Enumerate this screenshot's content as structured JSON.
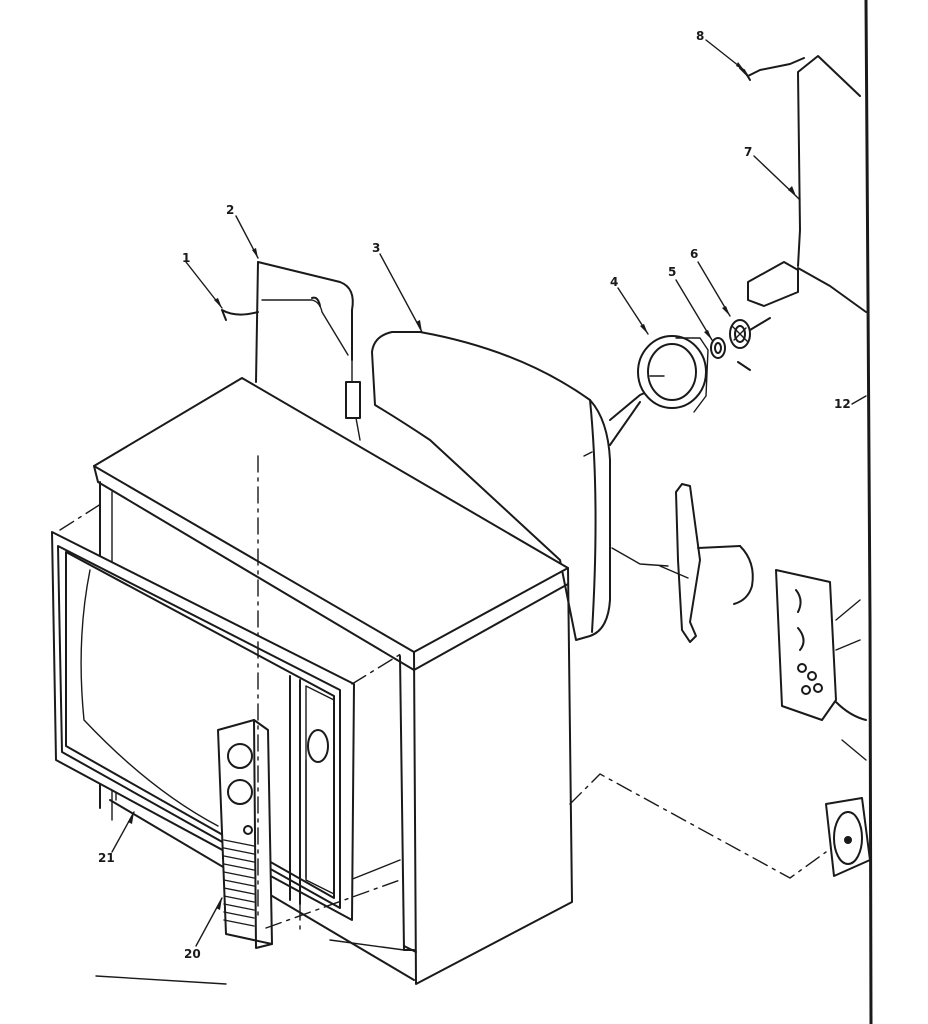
{
  "callouts": [
    {
      "id": "1",
      "label": "1"
    },
    {
      "id": "2",
      "label": "2"
    },
    {
      "id": "3",
      "label": "3"
    },
    {
      "id": "4",
      "label": "4"
    },
    {
      "id": "5",
      "label": "5"
    },
    {
      "id": "6",
      "label": "6"
    },
    {
      "id": "7",
      "label": "7"
    },
    {
      "id": "8",
      "label": "8"
    },
    {
      "id": "12",
      "label": "12"
    },
    {
      "id": "20",
      "label": "20"
    },
    {
      "id": "21",
      "label": "21"
    }
  ]
}
